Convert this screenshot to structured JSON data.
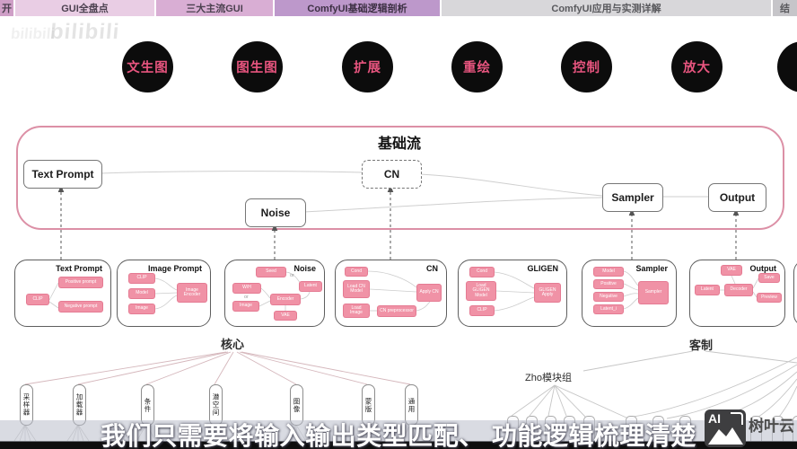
{
  "top_tabs": [
    {
      "label": "开"
    },
    {
      "label": "GUI全盘点"
    },
    {
      "label": "三大主流GUI"
    },
    {
      "label": "ComfyUI基础逻辑剖析"
    },
    {
      "label": "ComfyUI应用与实测详解"
    },
    {
      "label": "结"
    }
  ],
  "watermarks": {
    "bilibili": "bilibili",
    "ai": "AI",
    "brand": "树叶云"
  },
  "workflow_types": [
    {
      "label": "文生图"
    },
    {
      "label": "图生图"
    },
    {
      "label": "扩展"
    },
    {
      "label": "重绘"
    },
    {
      "label": "控制"
    },
    {
      "label": "放大"
    },
    {
      "label": ""
    }
  ],
  "flow": {
    "title": "基础流",
    "text_prompt": "Text Prompt",
    "cn": "CN",
    "noise": "Noise",
    "sampler": "Sampler",
    "output": "Output"
  },
  "details": {
    "text_prompt": {
      "title": "Text Prompt",
      "clip": "CLIP",
      "positive": "Positive prompt",
      "negative": "Negative prompt"
    },
    "image_prompt": {
      "title": "Image Prompt",
      "clip": "CLIP",
      "model": "Model",
      "image": "Image",
      "encoder": "Image Encoder"
    },
    "noise": {
      "title": "Noise",
      "seed": "Seed",
      "wh": "W/H",
      "image": "Image",
      "encoder": "Encoder",
      "vae": "VAE",
      "latent": "Latent",
      "or": "or"
    },
    "cn": {
      "title": "CN",
      "cond": "Cond",
      "load_model": "Load CN Model",
      "load_image": "Load Image",
      "preprocessor": "CN preprocessor",
      "apply": "Apply CN"
    },
    "gligen": {
      "title": "GLIGEN",
      "cond": "Cond",
      "load_model": "Load GLIGEN Model",
      "clip": "CLIP",
      "apply": "GLIGEN Apply"
    },
    "sampler": {
      "title": "Sampler",
      "model": "Model",
      "positive": "Positive",
      "negative": "Negative",
      "latent": "Latent_i",
      "sampler": "Sampler"
    },
    "output": {
      "title": "Output",
      "vae": "VAE",
      "latent": "Latent",
      "decoder": "Decoder",
      "save": "Save",
      "preview": "Preview"
    }
  },
  "taxonomy": {
    "core": "核心",
    "custom": "客制",
    "zho": "Zho模块组",
    "core_items": [
      {
        "label": "采样器"
      },
      {
        "label": "加载器"
      },
      {
        "label": "条件"
      },
      {
        "label": "潜空间"
      },
      {
        "label": "图像"
      },
      {
        "label": "蒙版"
      },
      {
        "label": "通用"
      }
    ]
  },
  "subtitle": "我们只需要将输入输出类型匹配、 功能逻辑梳理清楚",
  "colors": {
    "accent_pink": "#dc90a6",
    "node_pink": "#f092a6",
    "circle_text": "#e8557f",
    "active_tab": "#bd98cb"
  }
}
